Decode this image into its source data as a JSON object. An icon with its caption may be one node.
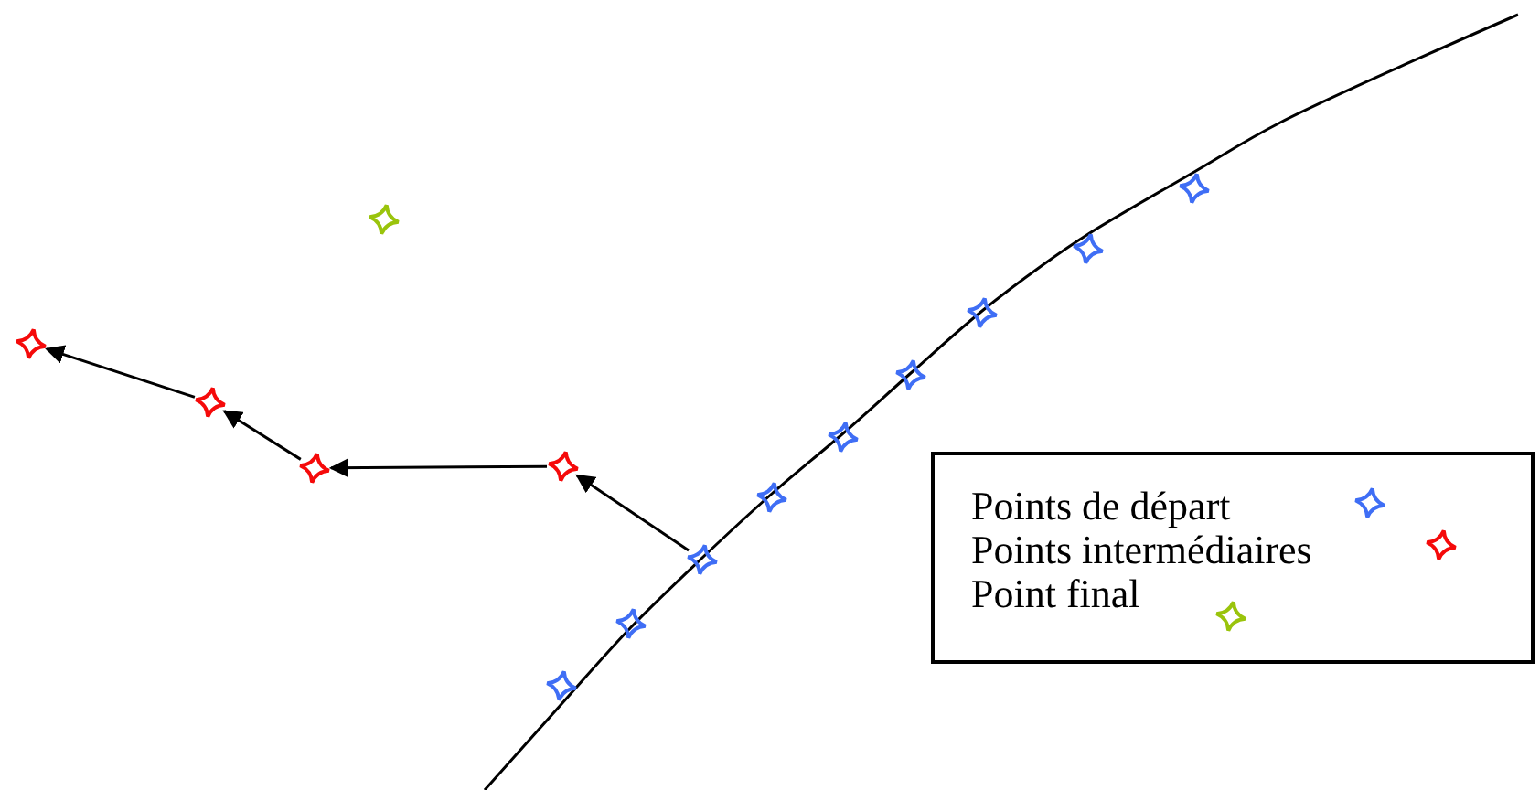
{
  "diagram": {
    "nodes": [
      {
        "text": [],
        "shape": "star"
      },
      {
        "text": [],
        "shape": "star"
      },
      {
        "text": [],
        "shape": "star"
      },
      {
        "text": [],
        "shape": "star"
      },
      {
        "text": [],
        "shape": "star"
      },
      {
        "text": [],
        "shape": "star"
      },
      {
        "text": [],
        "shape": "star"
      },
      {
        "text": [],
        "shape": "star"
      },
      {
        "text": [],
        "shape": "star"
      },
      {
        "text": [],
        "shape": "star"
      },
      {
        "text": [],
        "shape": "star"
      },
      {
        "text": [],
        "shape": "star"
      },
      {
        "text": [],
        "shape": "star"
      },
      {
        "text": [],
        "shape": "star"
      }
    ],
    "edges": [
      {
        "from": 7,
        "to": 5,
        "arrow": "to"
      },
      {
        "from": 5,
        "to": 2,
        "arrow": "to"
      },
      {
        "from": 2,
        "to": 1,
        "arrow": "to"
      },
      {
        "from": 1,
        "to": 0,
        "arrow": "to"
      }
    ],
    "legend": [
      {
        "text": "Points de départ"
      },
      {
        "text": "Points intermédiaires"
      },
      {
        "text": "Point final"
      }
    ]
  }
}
